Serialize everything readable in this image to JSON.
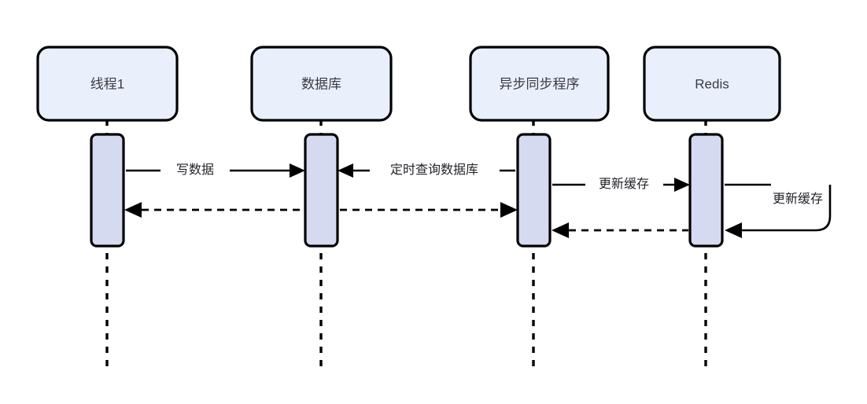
{
  "diagram": {
    "type": "sequence-diagram",
    "background_color": "#ffffff",
    "participant_fill": "#eaf0fb",
    "activation_fill": "#d5daf0",
    "line_color": "#000000",
    "participants": [
      {
        "id": "thread1",
        "label": "线程1"
      },
      {
        "id": "database",
        "label": "数据库"
      },
      {
        "id": "async-sync",
        "label": "异步同步程序"
      },
      {
        "id": "redis",
        "label": "Redis"
      }
    ],
    "messages": [
      {
        "id": "write-data",
        "label": "写数据",
        "from": "thread1",
        "to": "database",
        "style": "solid",
        "direction": "right"
      },
      {
        "id": "scheduled-query-db",
        "label": "定时查询数据库",
        "from": "async-sync",
        "to": "database",
        "style": "solid",
        "direction": "left"
      },
      {
        "id": "update-cache",
        "label": "更新缓存",
        "from": "async-sync",
        "to": "redis",
        "style": "solid",
        "direction": "right"
      },
      {
        "id": "update-cache-self",
        "label": "更新缓存",
        "from": "redis",
        "to": "redis",
        "style": "solid",
        "direction": "self-loop"
      },
      {
        "id": "db-return-thread1",
        "label": "",
        "from": "database",
        "to": "thread1",
        "style": "dashed",
        "direction": "left"
      },
      {
        "id": "db-return-async",
        "label": "",
        "from": "database",
        "to": "async-sync",
        "style": "dashed",
        "direction": "right"
      },
      {
        "id": "redis-return-async",
        "label": "",
        "from": "redis",
        "to": "async-sync",
        "style": "dashed",
        "direction": "left"
      }
    ]
  }
}
